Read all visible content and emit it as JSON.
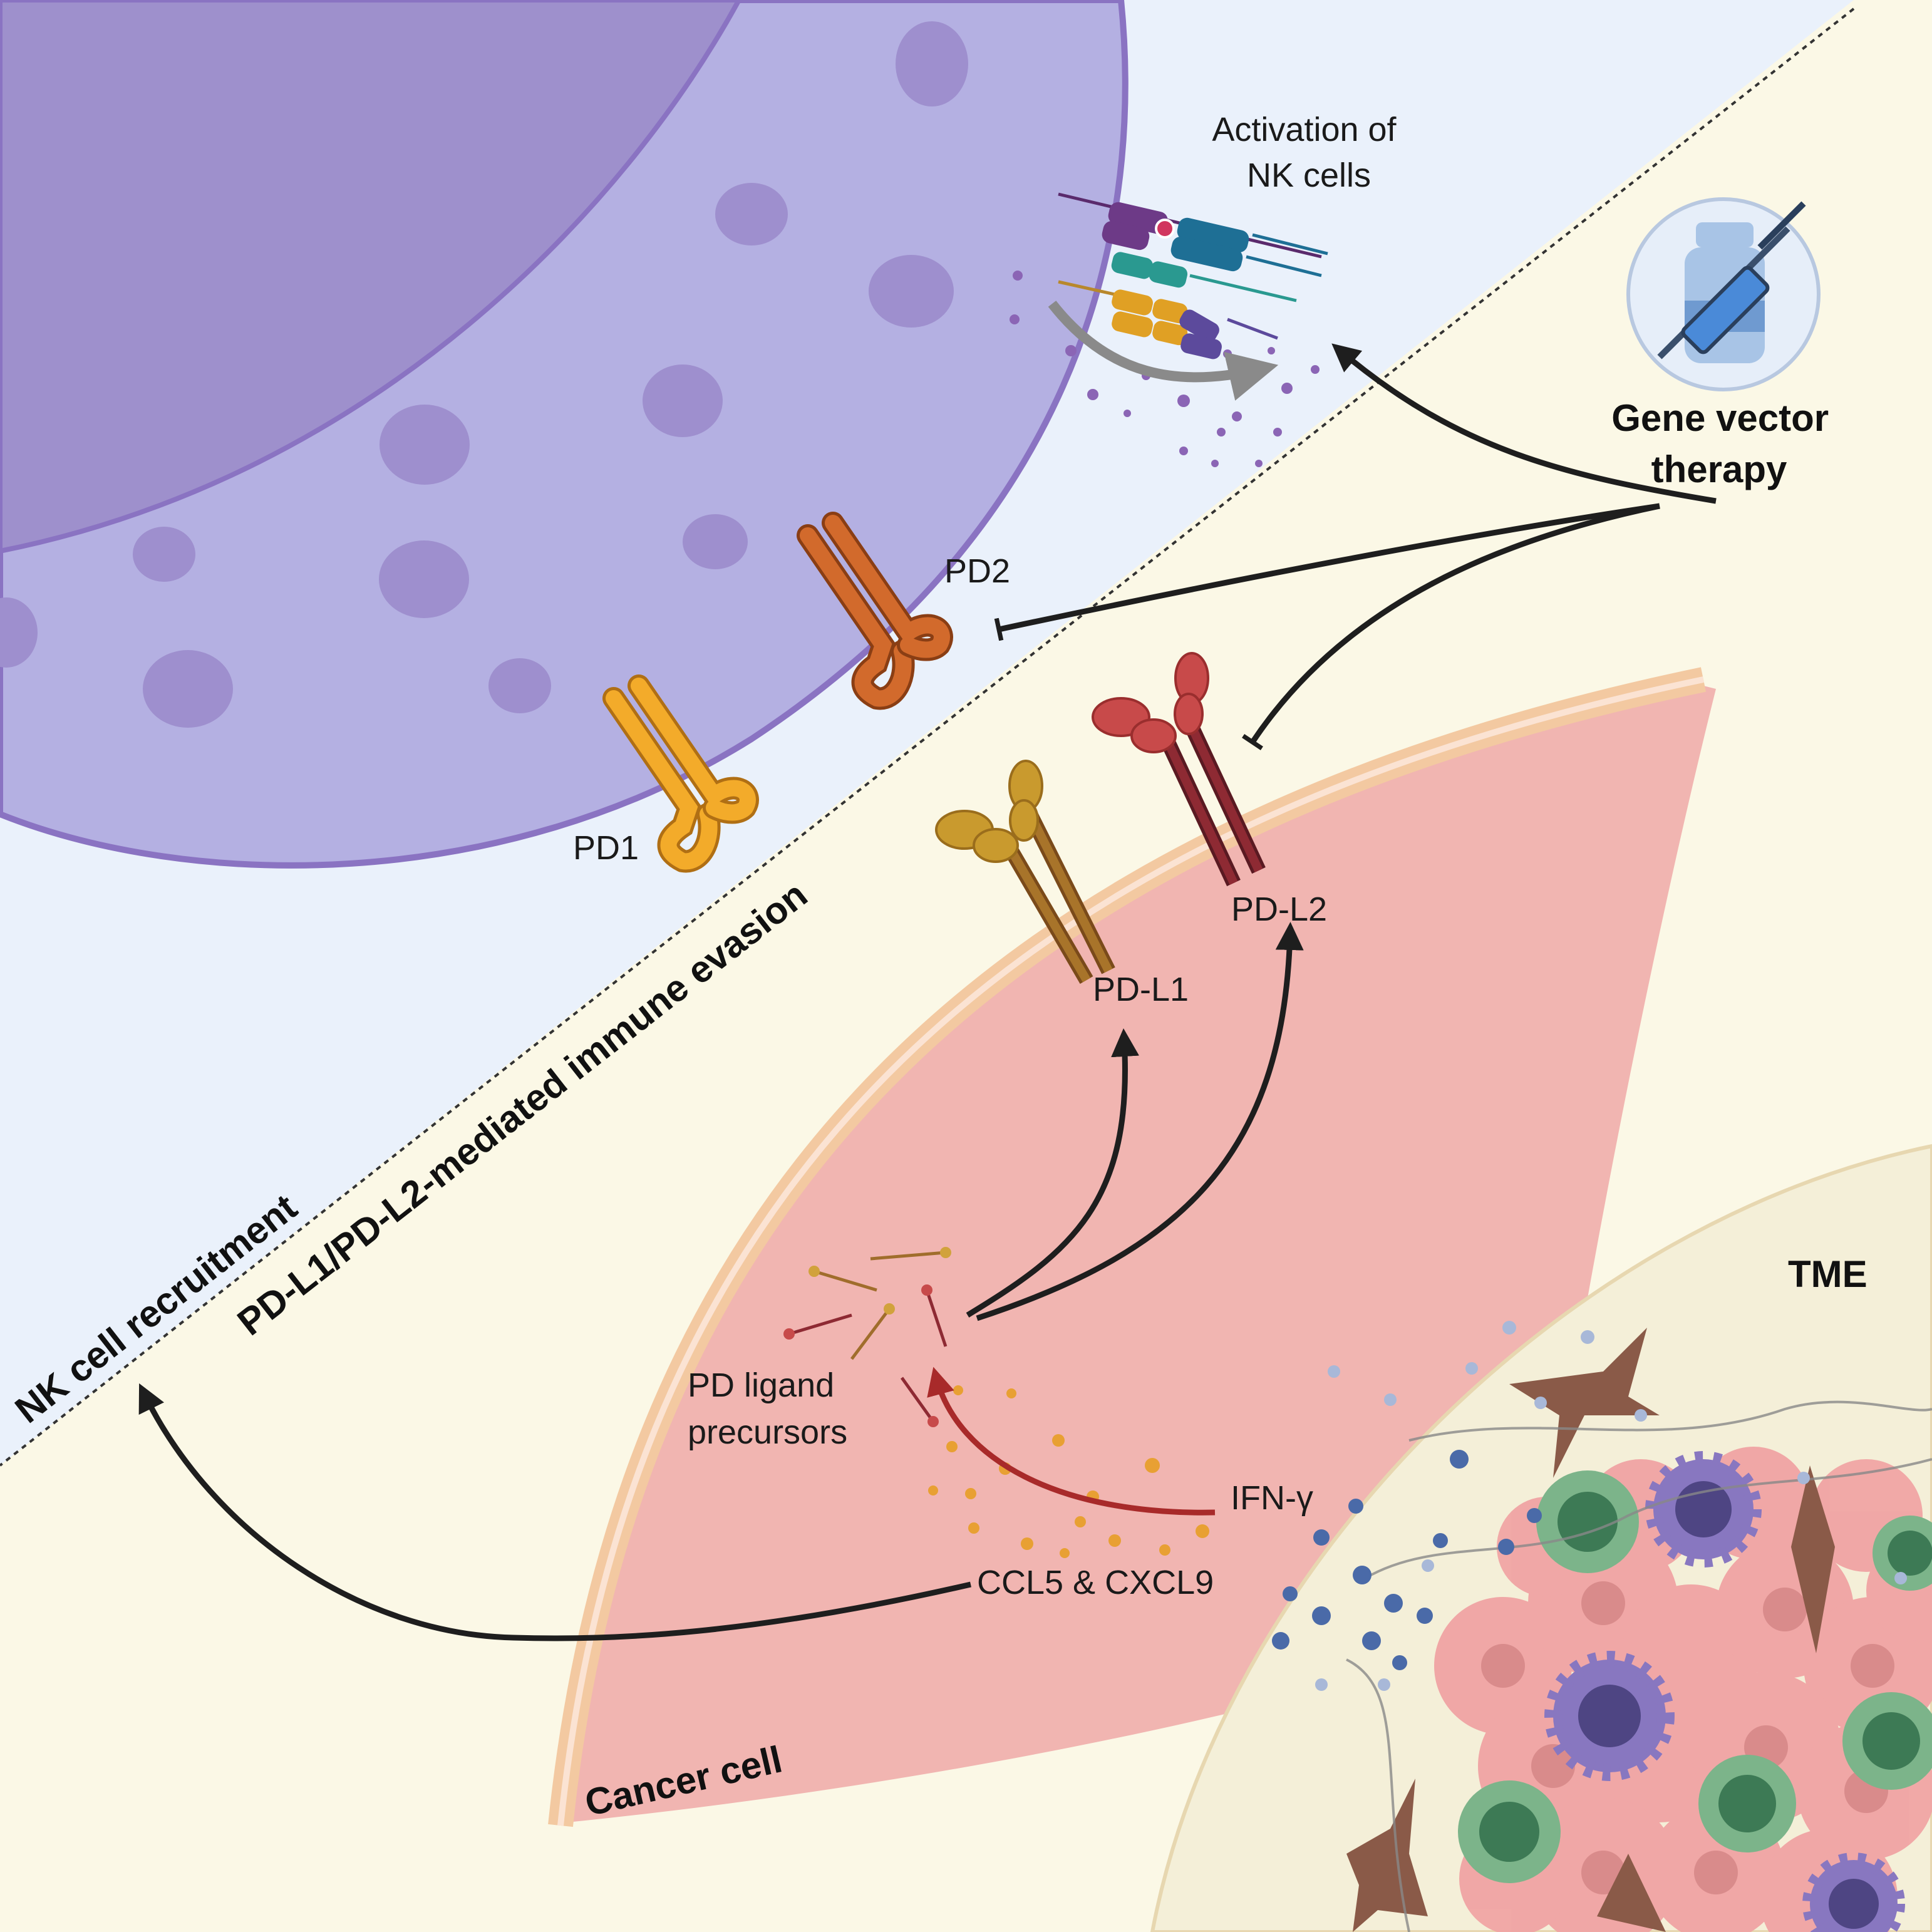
{
  "colors": {
    "nk_region_bg": "#eaf1fb",
    "tumor_region_bg": "#fbf8e6",
    "nk_cell": "#b4b0e2",
    "nk_nucleus": "#9e90cc",
    "cancer_cell": "#f1b5b1",
    "cancer_membrane": "#f3c9a1",
    "tme_bg": "#f4efd8",
    "pd1": "#f3ab2a",
    "pd2": "#d26a2c",
    "pdl1": "#9a6524",
    "pdl2": "#8e2a33",
    "arrow": "#1e1e1e",
    "arrow_red": "#a82a2a"
  },
  "icons": {
    "therapy": "vial-and-syringe-icon",
    "receptor_complex": "nk-activating-receptor-icon"
  },
  "labels": {
    "activation": [
      "Activation of",
      "NK cells"
    ],
    "gene_vector": [
      "Gene vector",
      "therapy"
    ],
    "pd2": "PD2",
    "pd1": "PD1",
    "pd_l1": "PD-L1",
    "pd_l2": "PD-L2",
    "pd_precursors": [
      "PD ligand",
      "precursors"
    ],
    "ifn": "IFN-γ",
    "ccl5": "CCL5 & CXCL9",
    "tme": "TME",
    "cancer_cell": "Cancer cell",
    "evasion": "PD-L1/PD-L2-mediated immune evasion",
    "recruitment": "NK cell recruitment"
  }
}
